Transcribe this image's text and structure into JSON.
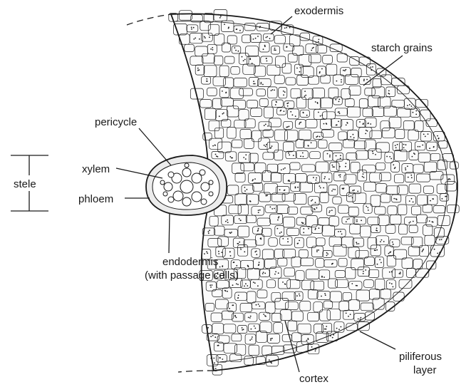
{
  "labels": {
    "exodermis": "exodermis",
    "starch_grains": "starch grains",
    "pericycle": "pericycle",
    "xylem": "xylem",
    "stele": "stele",
    "phloem": "phloem",
    "endodermis_1": "endodermis",
    "endodermis_2": "(with passage cells)",
    "piliferous_1": "piliferous",
    "piliferous_2": "layer",
    "cortex": "cortex"
  },
  "colors": {
    "ink": "#1a1a1a",
    "background": "#ffffff"
  }
}
